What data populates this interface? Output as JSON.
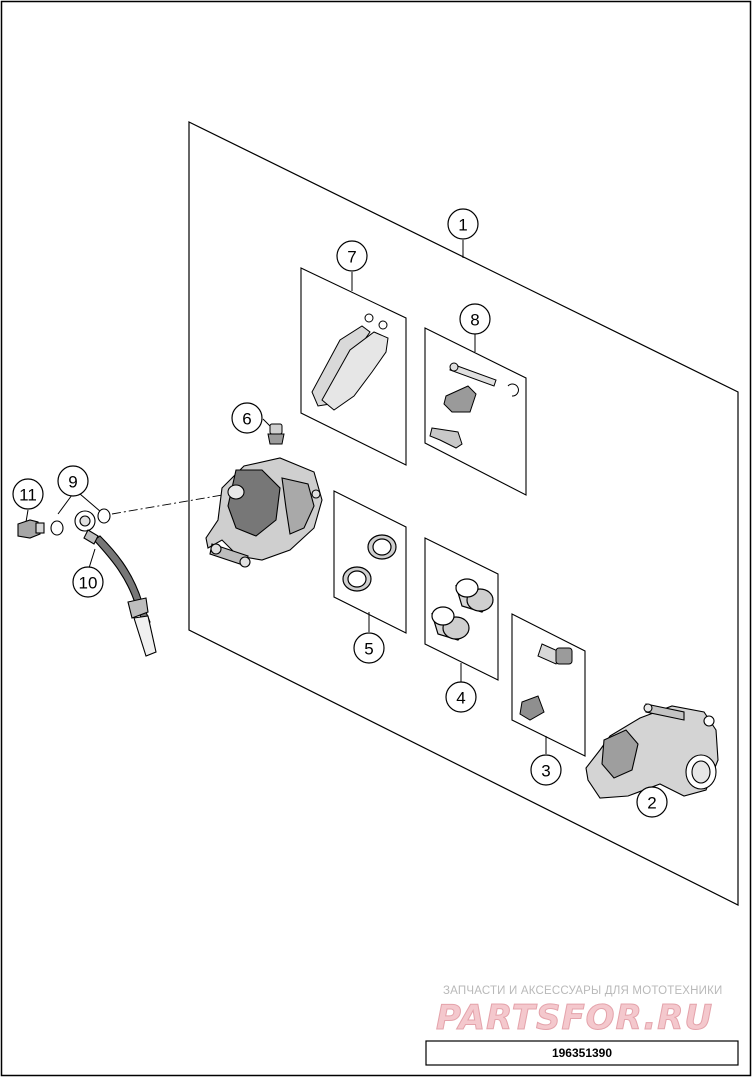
{
  "callouts": [
    {
      "label": "1"
    },
    {
      "label": "2"
    },
    {
      "label": "3"
    },
    {
      "label": "4"
    },
    {
      "label": "5"
    },
    {
      "label": "6"
    },
    {
      "label": "7"
    },
    {
      "label": "8"
    },
    {
      "label": "9"
    },
    {
      "label": "10"
    },
    {
      "label": "11"
    }
  ],
  "watermark": {
    "line1": "ЗАПЧАСТИ И АКСЕССУАРЫ ДЛЯ МОТОТЕХНИКИ",
    "brand": "PARTSFOR.RU"
  },
  "document_number": "196351390"
}
